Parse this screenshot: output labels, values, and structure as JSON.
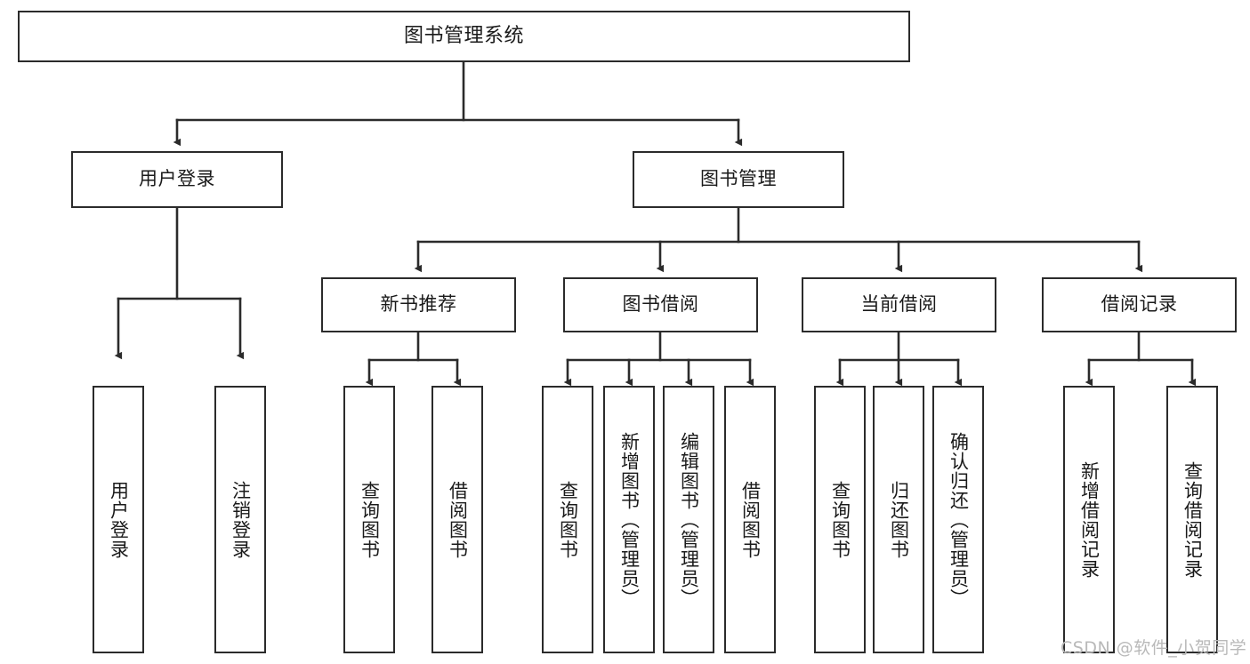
{
  "diagram": {
    "title": "图书管理系统",
    "type": "tree-hierarchy-chart",
    "orientation": "top-down",
    "colors": {
      "stroke": "#2b2b2b",
      "fill": "#ffffff",
      "text": "#1a1a1a",
      "watermark": "#b9b9b9"
    }
  },
  "nodes": {
    "root": {
      "label": "图书管理系统"
    },
    "level2": [
      {
        "label": "用户登录"
      },
      {
        "label": "图书管理"
      }
    ],
    "level3": [
      {
        "label": "新书推荐"
      },
      {
        "label": "图书借阅"
      },
      {
        "label": "当前借阅"
      },
      {
        "label": "借阅记录"
      }
    ],
    "leaves": {
      "user_login": [
        {
          "label": "用户登录"
        },
        {
          "label": "注销登录"
        }
      ],
      "new_book_rec": [
        {
          "label": "查询图书"
        },
        {
          "label": "借阅图书"
        }
      ],
      "book_borrow": [
        {
          "label": "查询图书"
        },
        {
          "label": "新增图书（管理员）"
        },
        {
          "label": "编辑图书（管理员）"
        },
        {
          "label": "借阅图书"
        }
      ],
      "current_borrow": [
        {
          "label": "查询图书"
        },
        {
          "label": "归还图书"
        },
        {
          "label": "确认归还（管理员）"
        }
      ],
      "borrow_record": [
        {
          "label": "新增借阅记录"
        },
        {
          "label": "查询借阅记录"
        }
      ]
    }
  },
  "watermark": {
    "text": "CSDN @软件_小贺同学"
  }
}
